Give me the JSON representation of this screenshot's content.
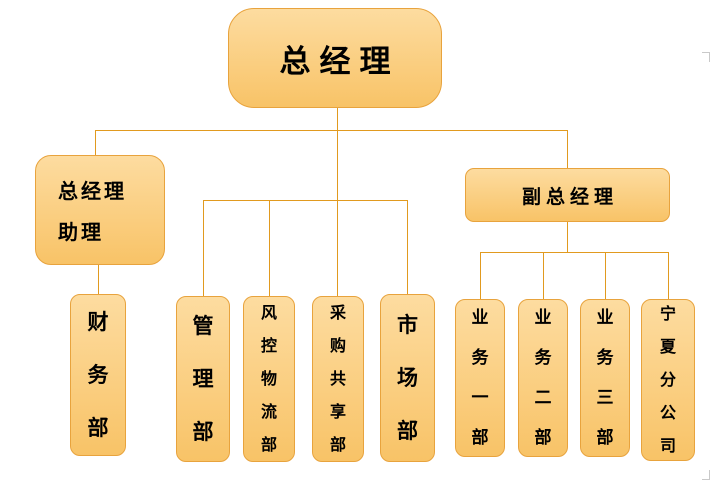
{
  "colors": {
    "box_fill_top": "#FDDCA0",
    "box_fill_bottom": "#F8C367",
    "box_border": "#E8A33D",
    "connector": "#E19A1F",
    "text_color": "#000000"
  },
  "hierarchy": {
    "label": "总经理",
    "children": [
      {
        "label": "总经理助理",
        "label_line1": "总经理",
        "label_line2": "助理",
        "children": [
          {
            "label": "财务部"
          }
        ]
      },
      {
        "label": "管理部"
      },
      {
        "label": "风控物流部"
      },
      {
        "label": "采购共享部"
      },
      {
        "label": "市场部"
      },
      {
        "label": "副总经理",
        "children": [
          {
            "label": "业务一部"
          },
          {
            "label": "业务二部"
          },
          {
            "label": "业务三部"
          },
          {
            "label": "宁夏分公司"
          }
        ]
      }
    ]
  }
}
